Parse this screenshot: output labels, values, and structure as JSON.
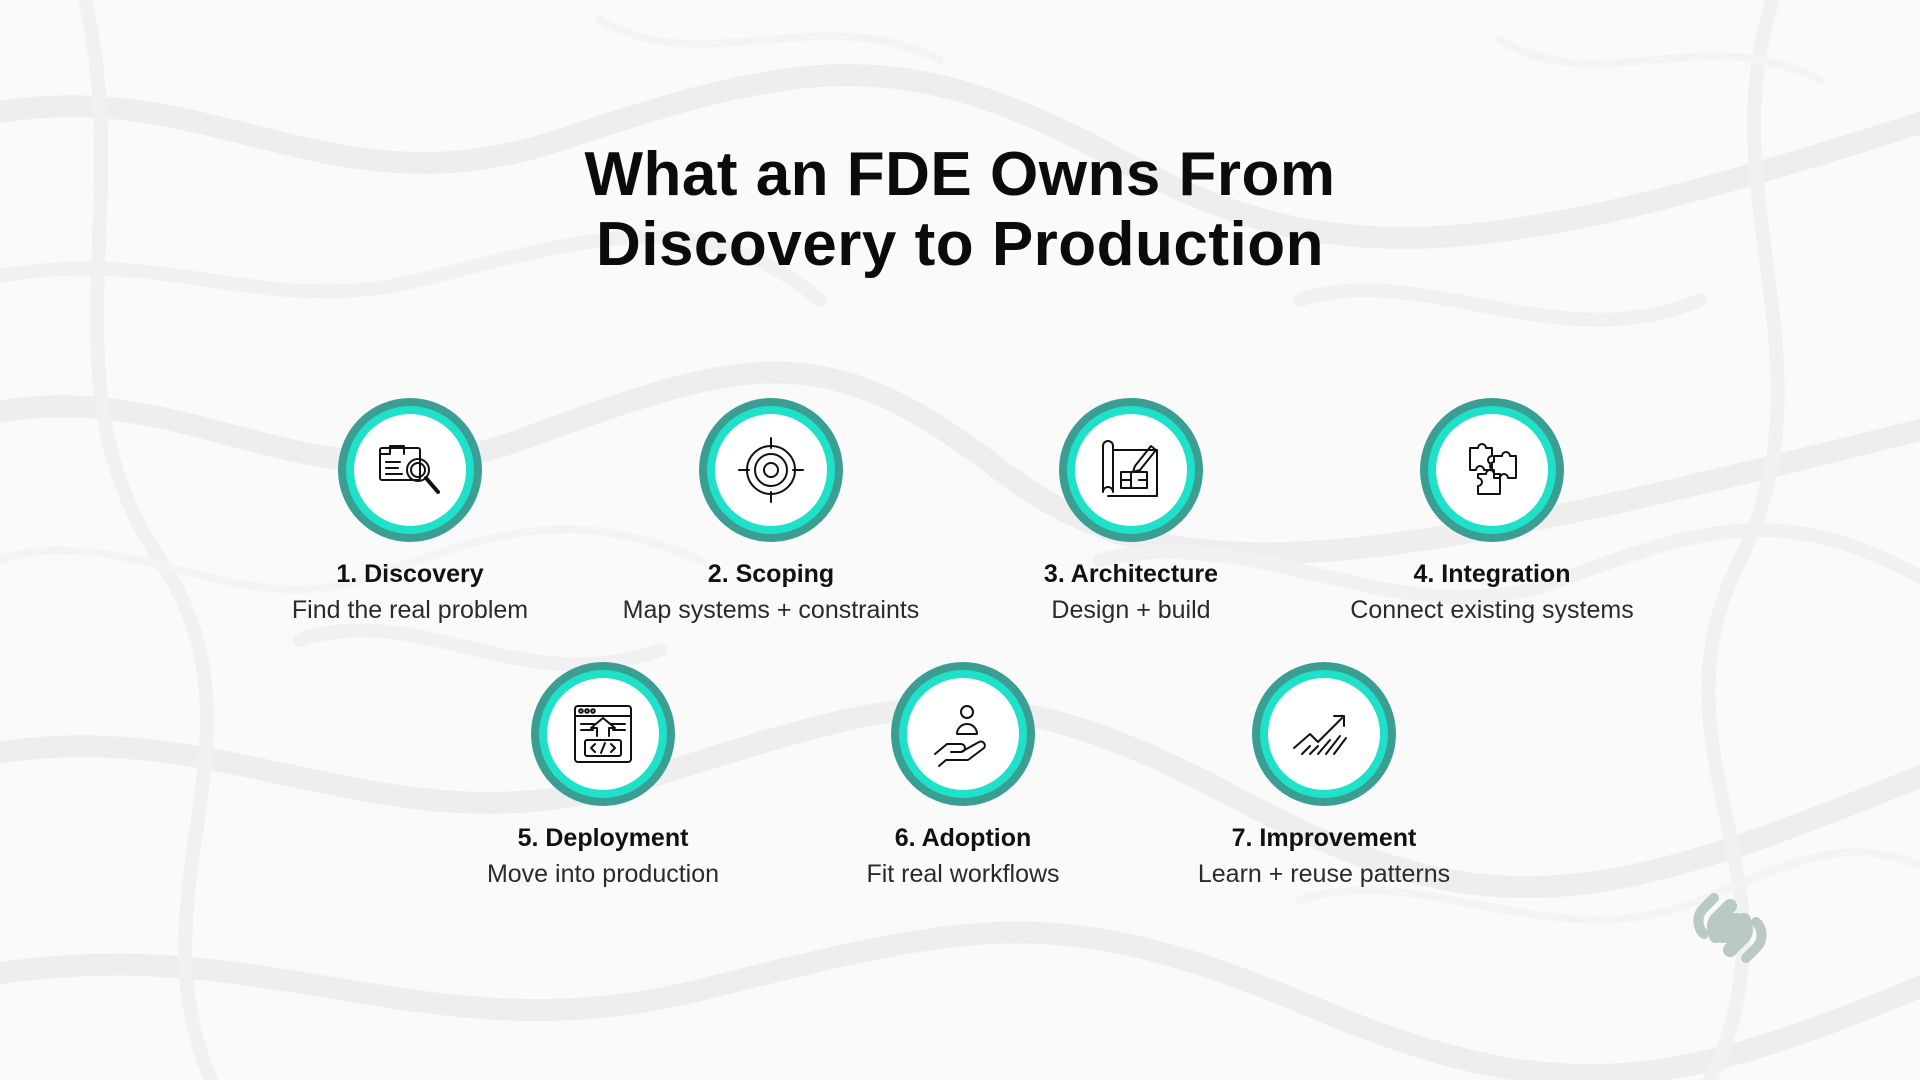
{
  "title": {
    "line1": "What an FDE Owns From",
    "line2": "Discovery to Production"
  },
  "colors": {
    "ring_outer": "#3a9e93",
    "ring_inner": "#1fe0c8",
    "text_dark": "#111111",
    "logo": "#b9c9c5"
  },
  "steps": [
    {
      "title": "1. Discovery",
      "desc": "Find the real problem",
      "icon": "document-magnifier-icon"
    },
    {
      "title": "2. Scoping",
      "desc": "Map systems + constraints",
      "icon": "target-icon"
    },
    {
      "title": "3. Architecture",
      "desc": "Design + build",
      "icon": "blueprint-pencil-icon"
    },
    {
      "title": "4. Integration",
      "desc": "Connect existing systems",
      "icon": "puzzle-icon"
    },
    {
      "title": "5. Deployment",
      "desc": "Move into production",
      "icon": "browser-code-upload-icon"
    },
    {
      "title": "6. Adoption",
      "desc": "Fit real workflows",
      "icon": "hand-person-icon"
    },
    {
      "title": "7. Improvement",
      "desc": "Learn + reuse patterns",
      "icon": "growth-chart-icon"
    }
  ],
  "logo": {
    "icon": "brand-logo-icon"
  }
}
